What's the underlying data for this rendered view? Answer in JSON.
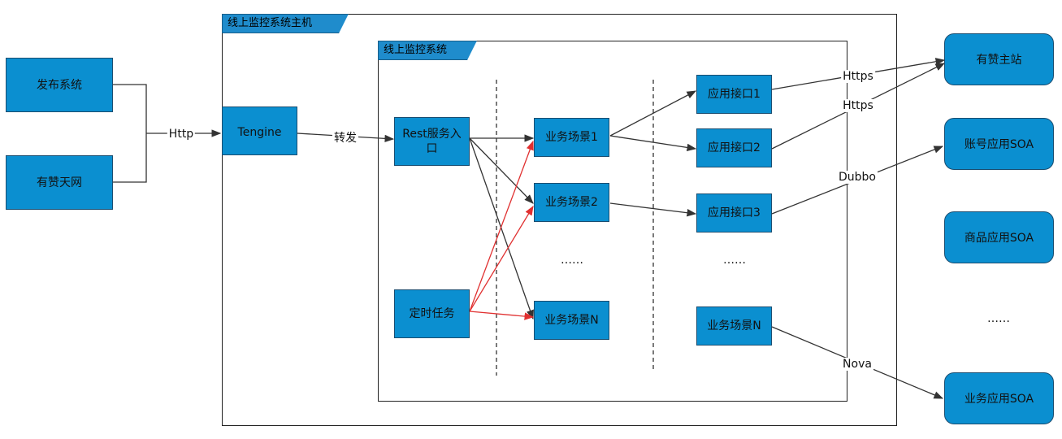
{
  "containers": {
    "host_label": "线上监控系统主机",
    "system_label": "线上监控系统"
  },
  "left": {
    "publish": "发布系统",
    "youzan_tianwang": "有赞天网",
    "http_label": "Http"
  },
  "tengine": {
    "label": "Tengine",
    "forward_label": "转发"
  },
  "entry": {
    "rest": "Rest服务入口",
    "timer": "定时任务"
  },
  "scenes": {
    "s1": "业务场景1",
    "s2": "业务场景2",
    "ellipsis": "……",
    "sn": "业务场景N"
  },
  "interfaces": {
    "i1": "应用接口1",
    "i2": "应用接口2",
    "i3": "应用接口3",
    "ellipsis": "……",
    "sn": "业务场景N"
  },
  "targets": {
    "main_site": "有赞主站",
    "account_soa": "账号应用SOA",
    "product_soa": "商品应用SOA",
    "ellipsis": "……",
    "business_soa": "业务应用SOA"
  },
  "protocols": {
    "https1": "Https",
    "https2": "Https",
    "dubbo": "Dubbo",
    "nova": "Nova"
  },
  "colors": {
    "box_fill": "#0b8fd0",
    "tab_fill": "#1f8ccc",
    "edge_dark": "#333333",
    "edge_red": "#e03030"
  }
}
